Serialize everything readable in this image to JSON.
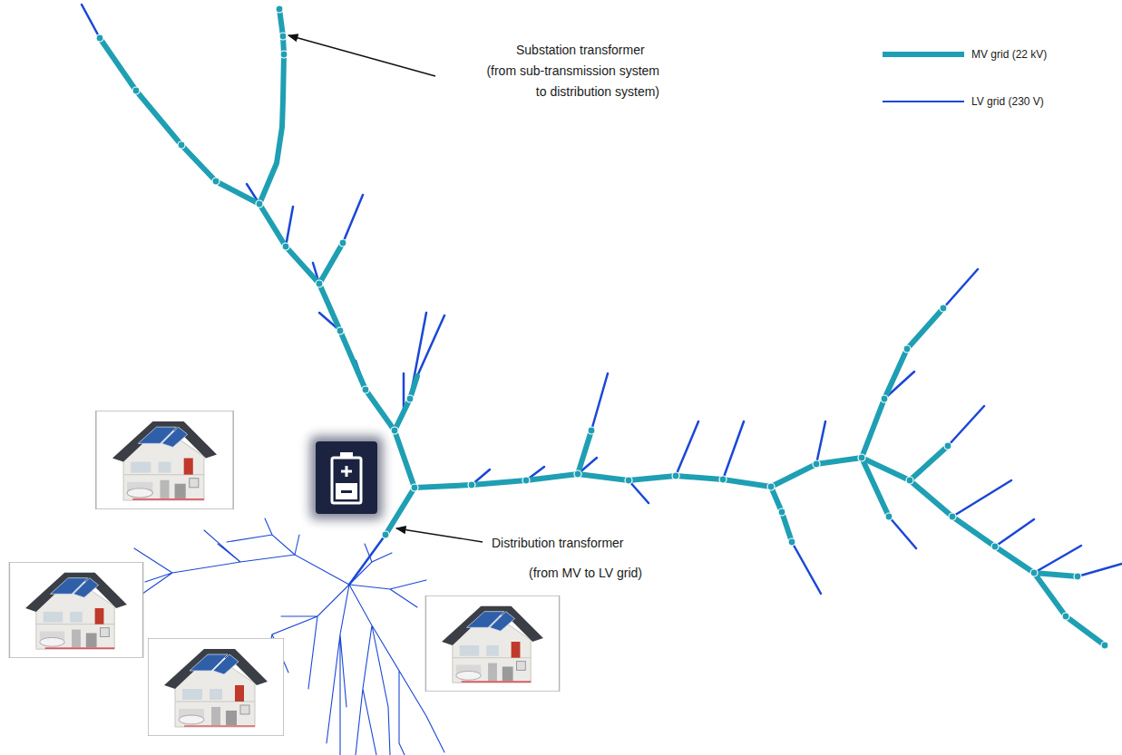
{
  "diagram": {
    "labels": [
      "Substation transformer",
      "(from sub-transmission system to distribution system)",
      "Distribution transformer",
      "(from MV to LV grid)"
    ],
    "legend": [
      {
        "text": "MV grid (22 kV)"
      },
      {
        "text": "LV grid (230 V)"
      }
    ]
  }
}
